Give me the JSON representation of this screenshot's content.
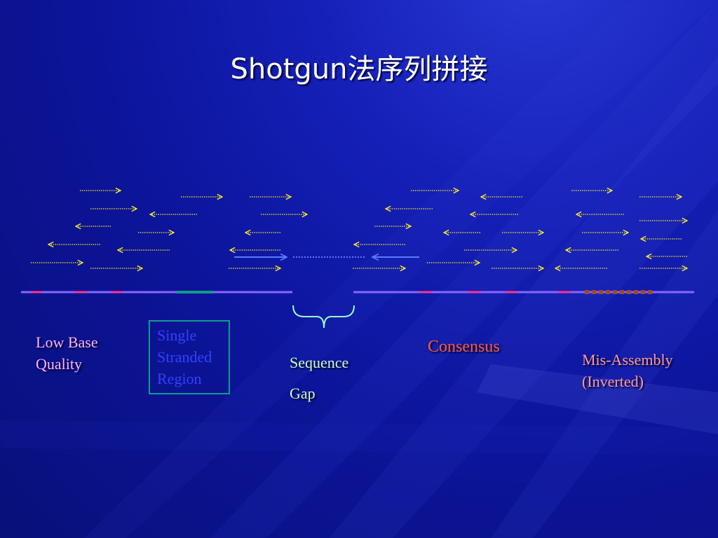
{
  "title": "Shotgun法序列拼接",
  "labels": {
    "low_base_quality": [
      "Low Base",
      "Quality"
    ],
    "single_stranded_region": [
      "Single",
      "Stranded",
      "Region"
    ],
    "sequence_gap": [
      "Sequence",
      "Gap"
    ],
    "consensus": "Consensus",
    "mis_assembly": [
      "Mis-Assembly",
      "(Inverted)"
    ]
  },
  "colors": {
    "read_arrow": "#ffee22",
    "consensus_line": "#8866ff",
    "low_quality_mark": "#ff3399",
    "single_stranded_mark": "#0f9c8c",
    "mis_assembly_mark": "#a04a20",
    "gap_arrow": "#5a7bff",
    "gap_brace": "#99ffcc"
  }
}
